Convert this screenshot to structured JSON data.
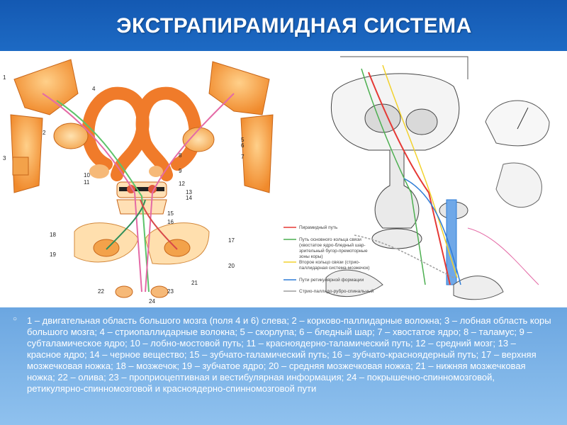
{
  "title": "ЭКСТРАПИРАМИДНАЯ СИСТЕМА",
  "caption": "1 – двигательная область большого мозга (поля 4 и 6) слева; 2 – корково-паллидарные волокна; 3 – лобная область коры большого мозга; 4 – стриопаллидарные волокна; 5 – скорлупа; 6 – бледный шар; 7 – хвостатое ядро; 8 – таламус; 9 – субталамическое ядро; 10 – лобно-мостовой путь; 11 – красноядерно-таламический путь; 12 – средний мозг; 13 – красное ядро; 14 – черное вещество; 15 – зубчато-таламический путь; 16 – зубчато-красноядерный путь; 17 – верхняя мозжечковая ножка; 18 – мозжечок; 19 – зубчатое ядро; 20 – средняя мозжечковая ножка; 21 – нижняя мозжечковая ножка; 22 – олива; 23 – проприоцептивная и вестибулярная информация; 24 – покрышечно-спинномозговой, ретикулярно-спинномозговой и красноядерно-спинномозговой пути",
  "left_labels": [
    "1",
    "2",
    "3",
    "4",
    "5",
    "6",
    "7",
    "8",
    "9",
    "10",
    "11",
    "12",
    "13",
    "14",
    "15",
    "16",
    "17",
    "18",
    "19",
    "20",
    "21",
    "22",
    "23",
    "24"
  ],
  "legend": [
    {
      "text": "Пирамидный путь",
      "color": "#e53935"
    },
    {
      "text": "Путь основного кольца связи",
      "color": "#4caf50"
    },
    {
      "text": "(хвостатое ядро-бледный шар-",
      "color": ""
    },
    {
      "text": "зрительный бугор-премоторные",
      "color": ""
    },
    {
      "text": "зоны коры)",
      "color": ""
    },
    {
      "text": "Второе кольцо связи (стрио-",
      "color": "#f2d22e"
    },
    {
      "text": "паллидарная система-мозжечок)",
      "color": ""
    },
    {
      "text": "Пути ретикулярной формации",
      "color": "#2e7dd7"
    },
    {
      "text": "Стрио-паллидо-рубро-спинальный",
      "color": "#9e9e9e"
    }
  ],
  "colors": {
    "header": "#1459b2",
    "accent_orange": "#f39a3b",
    "pink_path": "#e46aa6",
    "green_path": "#5cc36a"
  },
  "icons": {
    "bullet": "bullet-icon"
  }
}
